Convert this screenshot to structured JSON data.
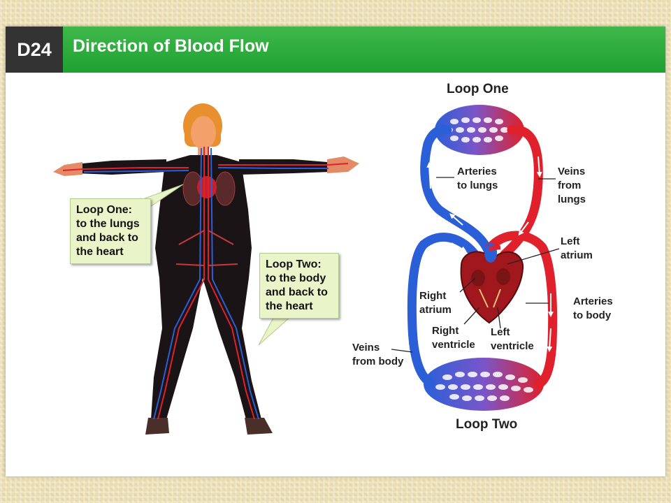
{
  "header": {
    "code": "D24",
    "title": "Direction of Blood Flow"
  },
  "callouts": {
    "loop_one": [
      "Loop One:",
      "to the lungs",
      "and back to",
      "the heart"
    ],
    "loop_two": [
      "Loop Two:",
      "to the body",
      "and back to",
      "the heart"
    ]
  },
  "diagram": {
    "loop_one_title": "Loop One",
    "loop_two_title": "Loop Two",
    "labels": {
      "arteries_to_lungs": [
        "Arteries",
        "to lungs"
      ],
      "veins_from_lungs": [
        "Veins",
        "from",
        "lungs"
      ],
      "left_atrium": [
        "Left",
        "atrium"
      ],
      "right_atrium": [
        "Right",
        "atrium"
      ],
      "arteries_to_body": [
        "Arteries",
        "to body"
      ],
      "right_ventricle": [
        "Right",
        "ventricle"
      ],
      "left_ventricle": [
        "Left",
        "ventricle"
      ],
      "veins_from_body": [
        "Veins",
        "from body"
      ]
    }
  },
  "colors": {
    "header_green": "#22a535",
    "code_box": "#333333",
    "oxygen_poor_blood": "#2a5fd8",
    "oxygen_rich_blood": "#e0202a",
    "callout_fill": "#e9f5c9"
  }
}
